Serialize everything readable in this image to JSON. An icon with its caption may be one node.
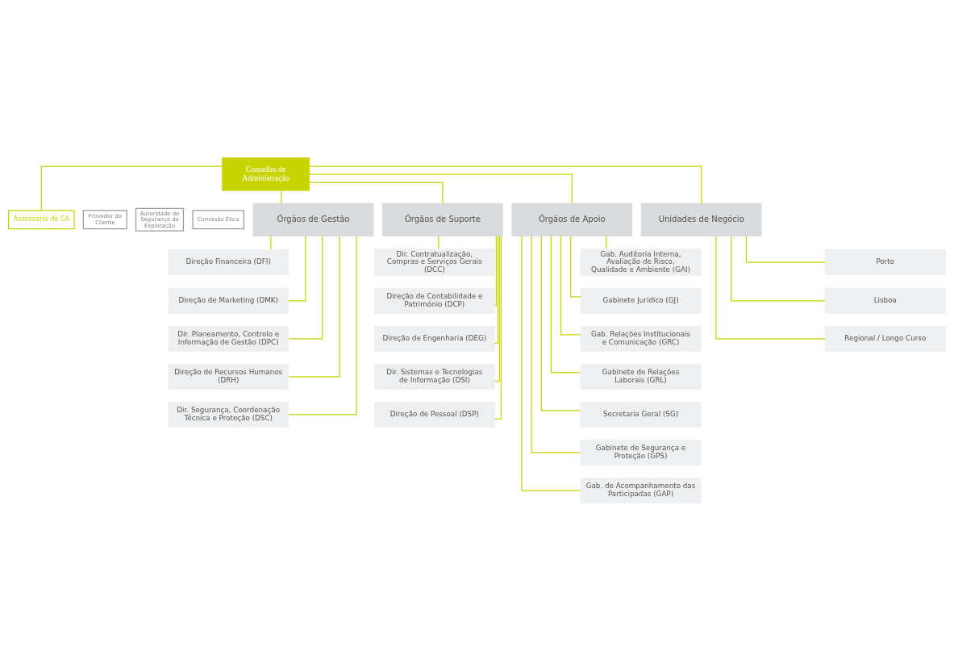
{
  "diagram": {
    "nodes": [
      {
        "text": [
          "Conselho de Administração"
        ]
      },
      {
        "text": [
          "Assessoria do CA"
        ]
      },
      {
        "text": [
          "Provedor do Cliente"
        ]
      },
      {
        "text": [
          "Autoridade de Segurança da Exploração"
        ]
      },
      {
        "text": [
          "Comissão Ética"
        ]
      },
      {
        "text": [
          "Órgãos de Gestão"
        ]
      },
      {
        "text": [
          "Direção Financeira (DFI)"
        ]
      },
      {
        "text": [
          "Direção de Marketing (DMK)"
        ]
      },
      {
        "text": [
          "Dir. Planeamento, Controlo e Informação de Gestão (DPC)"
        ]
      },
      {
        "text": [
          "Direção de Recursos Humanos (DRH)"
        ]
      },
      {
        "text": [
          "Dir. Segurança, Coordenação Técnica e Proteção (DSC)"
        ]
      },
      {
        "text": [
          "Órgãos de Suporte"
        ]
      },
      {
        "text": [
          "Dir. Contratualização, Compras e Serviços Gerais (DCC)"
        ]
      },
      {
        "text": [
          "Direção de Contabilidade e Património (DCP)"
        ]
      },
      {
        "text": [
          "Direção de Engenharia (DEG)"
        ]
      },
      {
        "text": [
          "Dir. Sistemas e Tecnologias de Informação (DSI)"
        ]
      },
      {
        "text": [
          "Direção de Pessoal (DSP)"
        ]
      },
      {
        "text": [
          "Órgãos de Apoio"
        ]
      },
      {
        "text": [
          "Gab. Auditoria Interna, Avaliação de Risco, Qualidade e Ambiente (GAI)"
        ]
      },
      {
        "text": [
          "Gabinete Jurídico (GJ)"
        ]
      },
      {
        "text": [
          "Gab. Relações Institucionais e Comunicação (GRC)"
        ]
      },
      {
        "text": [
          "Gabinete de Relações Laborais (GRL)"
        ]
      },
      {
        "text": [
          "Secretaria Geral (SG)"
        ]
      },
      {
        "text": [
          "Gabinete de Segurança e Proteção (GPS)"
        ]
      },
      {
        "text": [
          "Gab. de Acompanhamento das Participadas (GAP)"
        ]
      },
      {
        "text": [
          "Unidades de Negócio"
        ]
      },
      {
        "text": [
          "Porto"
        ]
      },
      {
        "text": [
          "Lisboa"
        ]
      },
      {
        "text": [
          "Regional / Longo Curso"
        ]
      }
    ],
    "edges": [
      {
        "from": 0,
        "to": 1,
        "arrow": "none"
      },
      {
        "from": 0,
        "to": 5,
        "arrow": "none"
      },
      {
        "from": 0,
        "to": 11,
        "arrow": "none"
      },
      {
        "from": 0,
        "to": 17,
        "arrow": "none"
      },
      {
        "from": 0,
        "to": 25,
        "arrow": "none"
      },
      {
        "from": 5,
        "to": 6,
        "arrow": "none"
      },
      {
        "from": 5,
        "to": 7,
        "arrow": "none"
      },
      {
        "from": 5,
        "to": 8,
        "arrow": "none"
      },
      {
        "from": 5,
        "to": 9,
        "arrow": "none"
      },
      {
        "from": 5,
        "to": 10,
        "arrow": "none"
      },
      {
        "from": 11,
        "to": 12,
        "arrow": "none"
      },
      {
        "from": 11,
        "to": 13,
        "arrow": "none"
      },
      {
        "from": 11,
        "to": 14,
        "arrow": "none"
      },
      {
        "from": 11,
        "to": 15,
        "arrow": "none"
      },
      {
        "from": 11,
        "to": 16,
        "arrow": "none"
      },
      {
        "from": 17,
        "to": 18,
        "arrow": "none"
      },
      {
        "from": 17,
        "to": 19,
        "arrow": "none"
      },
      {
        "from": 17,
        "to": 20,
        "arrow": "none"
      },
      {
        "from": 17,
        "to": 21,
        "arrow": "none"
      },
      {
        "from": 17,
        "to": 22,
        "arrow": "none"
      },
      {
        "from": 17,
        "to": 23,
        "arrow": "none"
      },
      {
        "from": 17,
        "to": 24,
        "arrow": "none"
      },
      {
        "from": 25,
        "to": 26,
        "arrow": "none"
      },
      {
        "from": 25,
        "to": 27,
        "arrow": "none"
      },
      {
        "from": 25,
        "to": 28,
        "arrow": "none"
      }
    ]
  }
}
